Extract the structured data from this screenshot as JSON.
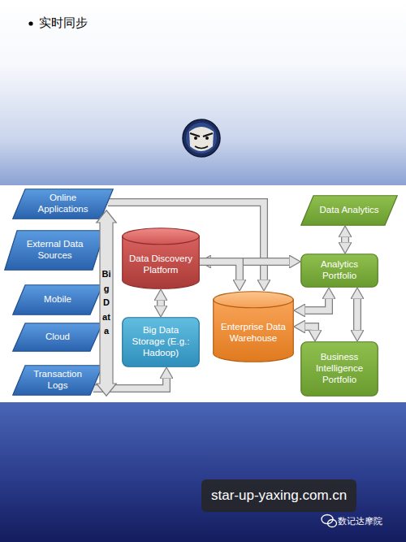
{
  "diagram": {
    "title": "实时同步",
    "nodes": [
      {
        "text": [
          "Online Applications"
        ]
      },
      {
        "text": [
          "External Data Sources"
        ]
      },
      {
        "text": [
          "Mobile"
        ]
      },
      {
        "text": [
          "Cloud"
        ]
      },
      {
        "text": [
          "Transaction Logs"
        ]
      },
      {
        "text": [
          "Big Data"
        ]
      },
      {
        "text": [
          "Data Discovery Platform"
        ]
      },
      {
        "text": [
          "Big Data Storage (E.g.: Hadoop)"
        ]
      },
      {
        "text": [
          "Enterprise Data Warehouse"
        ]
      },
      {
        "text": [
          "Data Analytics"
        ]
      },
      {
        "text": [
          "Analytics Portfolio"
        ]
      },
      {
        "text": [
          "Business Intelligence Portfolio"
        ]
      }
    ],
    "edges": [
      {
        "from": 0,
        "to": 8,
        "arrow": "to"
      },
      {
        "from": 4,
        "to": 7,
        "arrow": "to"
      },
      {
        "from": 6,
        "to": 7,
        "arrow": "both"
      },
      {
        "from": 6,
        "to": 10,
        "arrow": "both"
      },
      {
        "from": 6,
        "to": 8,
        "arrow": "to"
      },
      {
        "from": 9,
        "to": 10,
        "arrow": "both"
      },
      {
        "from": 10,
        "to": 11,
        "arrow": "both"
      },
      {
        "from": 8,
        "to": 10,
        "arrow": "both"
      },
      {
        "from": 8,
        "to": 11,
        "arrow": "both"
      }
    ],
    "labels": [
      "star-up-yaxing.com.cn",
      "数记达摩院"
    ]
  }
}
